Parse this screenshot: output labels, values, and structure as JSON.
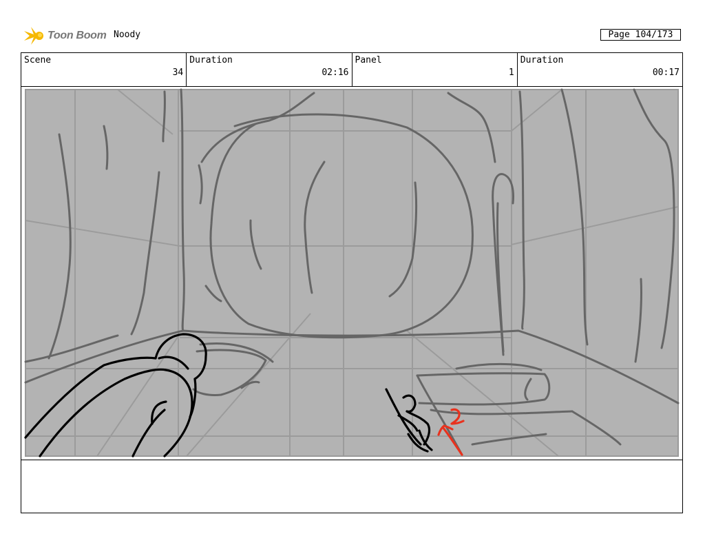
{
  "header": {
    "brand": "Toon Boom",
    "project": "Noody",
    "page": "Page 104/173"
  },
  "info": {
    "scene_label": "Scene",
    "scene_value": "34",
    "scene_duration_label": "Duration",
    "scene_duration_value": "02:16",
    "panel_label": "Panel",
    "panel_value": "1",
    "panel_duration_label": "Duration",
    "panel_duration_value": "00:17"
  },
  "notes": {
    "text": ""
  },
  "colors": {
    "sketch_bg": "#b3b3b3",
    "sketch_lines": "#666666",
    "ink": "#000000",
    "annotation": "#e8321e",
    "logo_star": "#f5b800"
  }
}
